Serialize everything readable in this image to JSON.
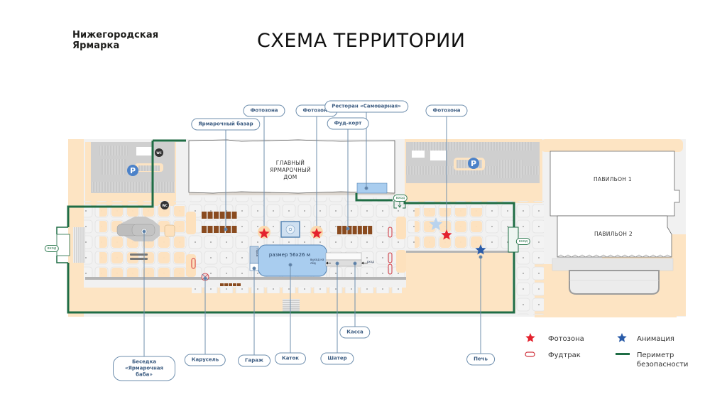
{
  "header": {
    "brand_line1": "Нижегородская",
    "brand_line2": "Ярмарка",
    "title": "СХЕМА ТЕРРИТОРИИ"
  },
  "buildings": {
    "main_house": [
      "ГЛАВНЫЙ",
      "ЯРМАРОЧНЫЙ",
      "ДОМ"
    ],
    "pavilion1": "ПАВИЛЬОН 1",
    "pavilion2": "ПАВИЛЬОН 2"
  },
  "rink": {
    "size_label": "размер 56х26 м",
    "exit_label": "выход на лёд",
    "entry_label": "вход"
  },
  "garage_label": "гараж",
  "entrances": {
    "west": "вход",
    "north": "вход",
    "east": "вход"
  },
  "icons": {
    "parking": "P",
    "wc": "WC"
  },
  "callouts_top": [
    {
      "id": "photo1",
      "label": "Фотозона"
    },
    {
      "id": "bazaar",
      "label": "Ярмарочный базар"
    },
    {
      "id": "photo2",
      "label": "Фотозона"
    },
    {
      "id": "restaurant",
      "label": "Ресторан «Самоварная»"
    },
    {
      "id": "foodcourt",
      "label": "Фуд-корт"
    },
    {
      "id": "photo3",
      "label": "Фотозона"
    }
  ],
  "callouts_bottom": [
    {
      "id": "gazebo",
      "label": "Беседка «Ярмарочная баба»"
    },
    {
      "id": "carousel",
      "label": "Карусель"
    },
    {
      "id": "garage",
      "label": "Гараж"
    },
    {
      "id": "rink",
      "label": "Каток"
    },
    {
      "id": "tent",
      "label": "Шатер"
    },
    {
      "id": "cashier",
      "label": "Касса"
    },
    {
      "id": "stove",
      "label": "Печь"
    }
  ],
  "legend": [
    {
      "icon": "red-star-icon",
      "label": "Фотозона",
      "color": "#e4222d"
    },
    {
      "icon": "blue-star-icon",
      "label": "Анимация",
      "color": "#2a5ba8"
    },
    {
      "icon": "foodtruck-icon",
      "label": "Фудтрак",
      "color": "#d0333d"
    },
    {
      "icon": "perimeter-line-icon",
      "label": "Периметр безопасности",
      "color": "#1f6d45"
    }
  ],
  "colors": {
    "perimeter": "#1f6d45",
    "callout_line": "#6f8fae",
    "photo_star": "#e4222d",
    "animation_star": "#2a5ba8",
    "sand": "#fde4c3",
    "rink": "#a9cdef",
    "parking_badge": "#4c82c9"
  }
}
